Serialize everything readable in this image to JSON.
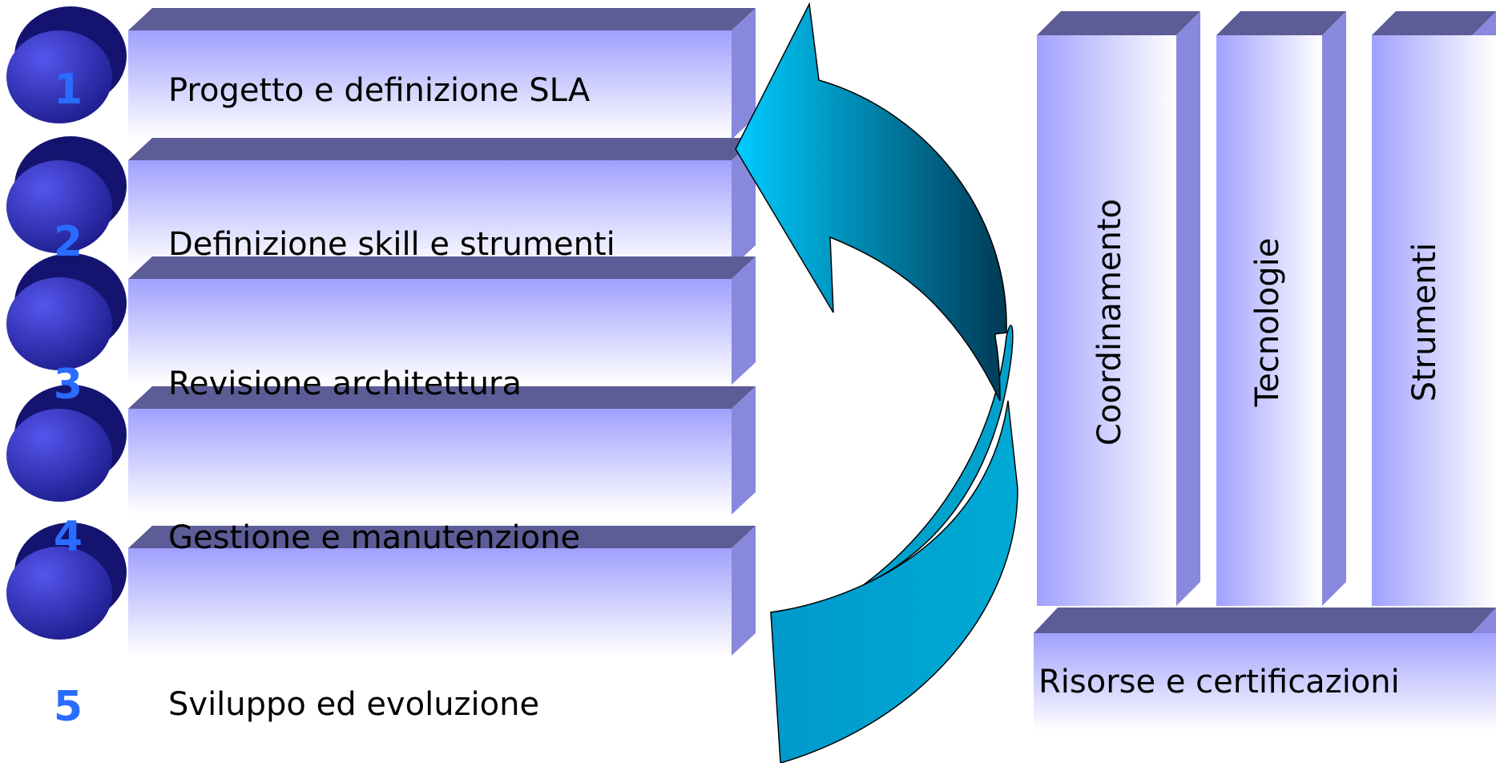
{
  "steps": [
    {
      "num": "1",
      "label": "Progetto e definizione SLA"
    },
    {
      "num": "2",
      "label": "Definizione skill e strumenti"
    },
    {
      "num": "3",
      "label": "Revisione architettura"
    },
    {
      "num": "4",
      "label": "Gestione e manutenzione"
    },
    {
      "num": "5",
      "label": "Sviluppo ed evoluzione"
    }
  ],
  "pillars": [
    {
      "label": "Coordinamento"
    },
    {
      "label": "Tecnologie"
    },
    {
      "label": "Strumenti"
    }
  ],
  "base": {
    "label": "Risorse e certificazioni"
  },
  "colors": {
    "box_top": "#5c5c96",
    "box_side": "#8888dd",
    "box_face_start": "#a0a0ff",
    "box_face_end": "#ffffff",
    "badge_dark": "#141470",
    "badge_light": "#3a3acc",
    "number": "#2a6cff",
    "arrow_light": "#00ccff",
    "arrow_dark": "#003a55"
  }
}
